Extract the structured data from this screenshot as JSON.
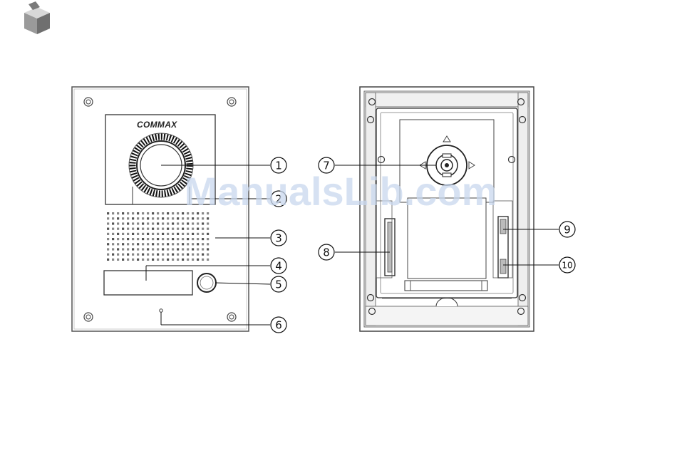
{
  "front_panel": {
    "brand": "COMMAX"
  },
  "callouts": [
    "1",
    "2",
    "3",
    "4",
    "5",
    "6",
    "7",
    "8",
    "9",
    "10"
  ],
  "watermark": "ManualsLib.com",
  "icon": "manualslib-box-icon"
}
